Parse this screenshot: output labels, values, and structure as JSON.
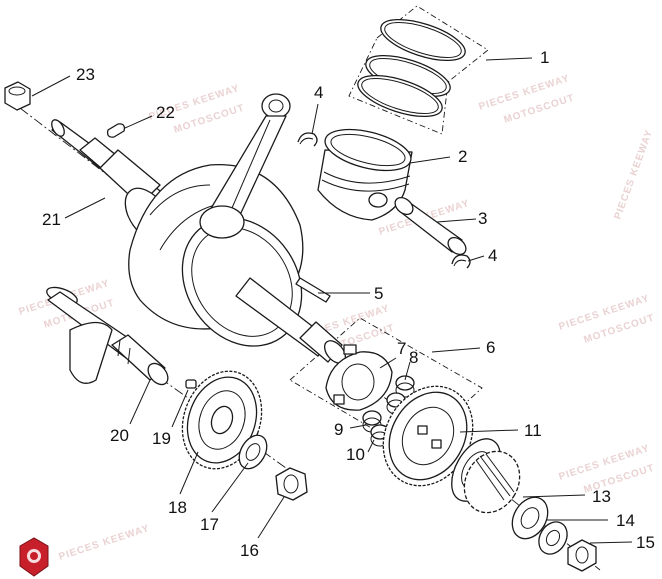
{
  "diagram": {
    "callouts": [
      "1",
      "2",
      "3",
      "4",
      "4",
      "5",
      "6",
      "7",
      "8",
      "9",
      "10",
      "11",
      "13",
      "14",
      "15",
      "16",
      "17",
      "18",
      "19",
      "20",
      "21",
      "22",
      "23"
    ]
  },
  "watermark": {
    "line1": "PIECES KEEWAY",
    "line2": "MOTOSCOUT",
    "color": "#ead2d2"
  },
  "brand_badge": {
    "color": "#c8202a",
    "icon": "brand-badge-icon"
  }
}
